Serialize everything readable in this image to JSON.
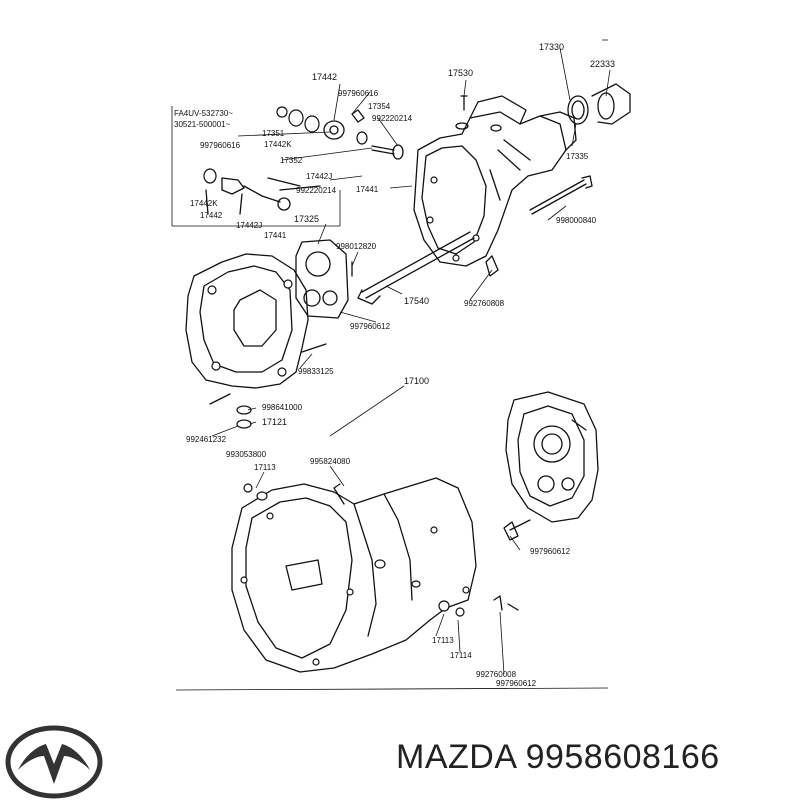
{
  "parts": [
    {
      "key": "p17442",
      "text": "17442"
    },
    {
      "key": "p17530",
      "text": "17530"
    },
    {
      "key": "p17330",
      "text": "17330"
    },
    {
      "key": "p22333",
      "text": "22333"
    },
    {
      "key": "pFA4UV",
      "text": "FA4UV-532730~"
    },
    {
      "key": "p30521",
      "text": "30521-500001~"
    },
    {
      "key": "p997960616a",
      "text": "997960616"
    },
    {
      "key": "p17354",
      "text": "17354"
    },
    {
      "key": "p992220214a",
      "text": "992220214"
    },
    {
      "key": "p17351",
      "text": "17351"
    },
    {
      "key": "p17442Ka",
      "text": "17442K"
    },
    {
      "key": "p997960616b",
      "text": "997960616"
    },
    {
      "key": "p17352",
      "text": "17352"
    },
    {
      "key": "p17442Ja",
      "text": "17442J"
    },
    {
      "key": "p17335",
      "text": "17335"
    },
    {
      "key": "p992220214b",
      "text": "992220214"
    },
    {
      "key": "p17441a",
      "text": "17441"
    },
    {
      "key": "p17442Kb",
      "text": "17442K"
    },
    {
      "key": "p17442b",
      "text": "17442"
    },
    {
      "key": "p17442Jb",
      "text": "17442J"
    },
    {
      "key": "p17441b",
      "text": "17441"
    },
    {
      "key": "p17325",
      "text": "17325"
    },
    {
      "key": "p998000840",
      "text": "998000840"
    },
    {
      "key": "p998012820",
      "text": "998012820"
    },
    {
      "key": "p17540",
      "text": "17540"
    },
    {
      "key": "p992760808",
      "text": "992760808"
    },
    {
      "key": "p997960612a",
      "text": "997960612"
    },
    {
      "key": "p99833125",
      "text": "99833125"
    },
    {
      "key": "p17100",
      "text": "17100"
    },
    {
      "key": "p998641000",
      "text": "998641000"
    },
    {
      "key": "p17121",
      "text": "17121"
    },
    {
      "key": "p992461232",
      "text": "992461232"
    },
    {
      "key": "p993053800",
      "text": "993053800"
    },
    {
      "key": "p17113a",
      "text": "17113"
    },
    {
      "key": "p995824080",
      "text": "995824080"
    },
    {
      "key": "p997960612b",
      "text": "997960612"
    },
    {
      "key": "p17113b",
      "text": "17113"
    },
    {
      "key": "p17114",
      "text": "17114"
    },
    {
      "key": "p992760008",
      "text": "992760008"
    },
    {
      "key": "p997960612c",
      "text": "997960612"
    }
  ],
  "footer": {
    "brand_text": "MAZDA 9958608166",
    "logo_icon": "mazda-logo-icon"
  },
  "colors": {
    "ink": "#111111",
    "brand_text": "#222222",
    "logo": "#333333"
  }
}
